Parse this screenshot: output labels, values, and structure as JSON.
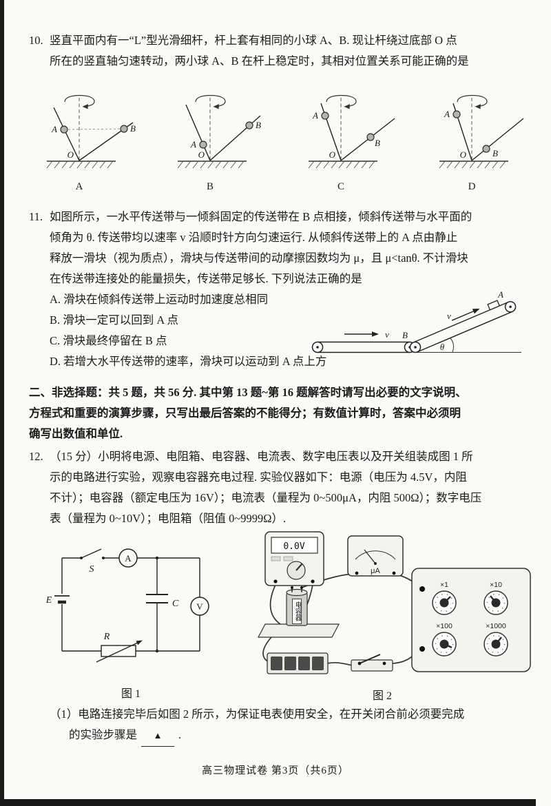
{
  "page": {
    "footer": "高三物理试卷  第3页（共6页）"
  },
  "q10": {
    "number": "10.",
    "lines": [
      "竖直平面内有一“L”型光滑细杆，杆上套有相同的小球 A、B. 现让杆绕过底部 O 点",
      "所在的竖直轴匀速转动，两小球 A、B 在杆上稳定时，其相对位置关系可能正确的是"
    ],
    "figure": {
      "captions": [
        "A",
        "B",
        "C",
        "D"
      ],
      "ball_a": "A",
      "ball_b": "B",
      "origin": "O"
    }
  },
  "q11": {
    "number": "11.",
    "lines": [
      "如图所示，一水平传送带与一倾斜固定的传送带在 B 点相接，倾斜传送带与水平面的",
      "倾角为 θ. 传送带均以速率 v 沿顺时针方向匀速运行. 从倾斜传送带上的 A 点由静止",
      "释放一滑块（视为质点），滑块与传送带间的动摩擦因数均为 μ，且 μ<tanθ. 不计滑块",
      "在传送带连接处的能量损失，传送带足够长. 下列说法正确的是"
    ],
    "options": [
      "A. 滑块在倾斜传送带上运动时加速度总相同",
      "B. 滑块一定可以回到 A 点",
      "C. 滑块最终停留在 B 点",
      "D. 若增大水平传送带的速率，滑块可以运动到 A 点上方"
    ],
    "figure": {
      "point_a": "A",
      "point_b": "B",
      "belt_speed": "v",
      "incline_speed": "v",
      "angle": "θ"
    }
  },
  "section2": {
    "lines": [
      "二、非选择题：共 5 题，共 56 分. 其中第 13 题~第 16 题解答时请写出必要的文字说明、",
      "方程式和重要的演算步骤，只写出最后答案的不能得分；有数值计算时，答案中必须明",
      "确写出数值和单位."
    ]
  },
  "q12": {
    "number": "12.",
    "lines": [
      "（15 分）小明将电源、电阻箱、电容器、电流表、数字电压表以及开关组装成图 1 所",
      "示的电路进行实验，观察电容器充电过程. 实验仪器如下：电源（电压为 4.5V，内阻",
      "不计）；电容器（额定电压为 16V）；电流表（量程为 0~500μA，内阻 500Ω）；数字电压",
      "表（量程为 0~10V）；电阻箱（阻值 0~9999Ω）."
    ],
    "fig1": {
      "caption": "图 1",
      "battery": "E",
      "switch": "S",
      "ammeter": "A",
      "capacitor": "C",
      "voltmeter": "V",
      "resistor": "R"
    },
    "fig2": {
      "caption": "图 2",
      "display": "0.0V",
      "microammeter": "μA",
      "capacitor": "电容器",
      "dials": [
        "×1",
        "×10",
        "×100",
        "×1000"
      ]
    },
    "sub1": {
      "line1": "（1）电路连接完毕后如图 2 所示，为保证电表使用安全，在开关闭合前必须要完成",
      "line2_prefix": "的实验步骤是",
      "blank": "▲",
      "line2_suffix": "."
    }
  }
}
